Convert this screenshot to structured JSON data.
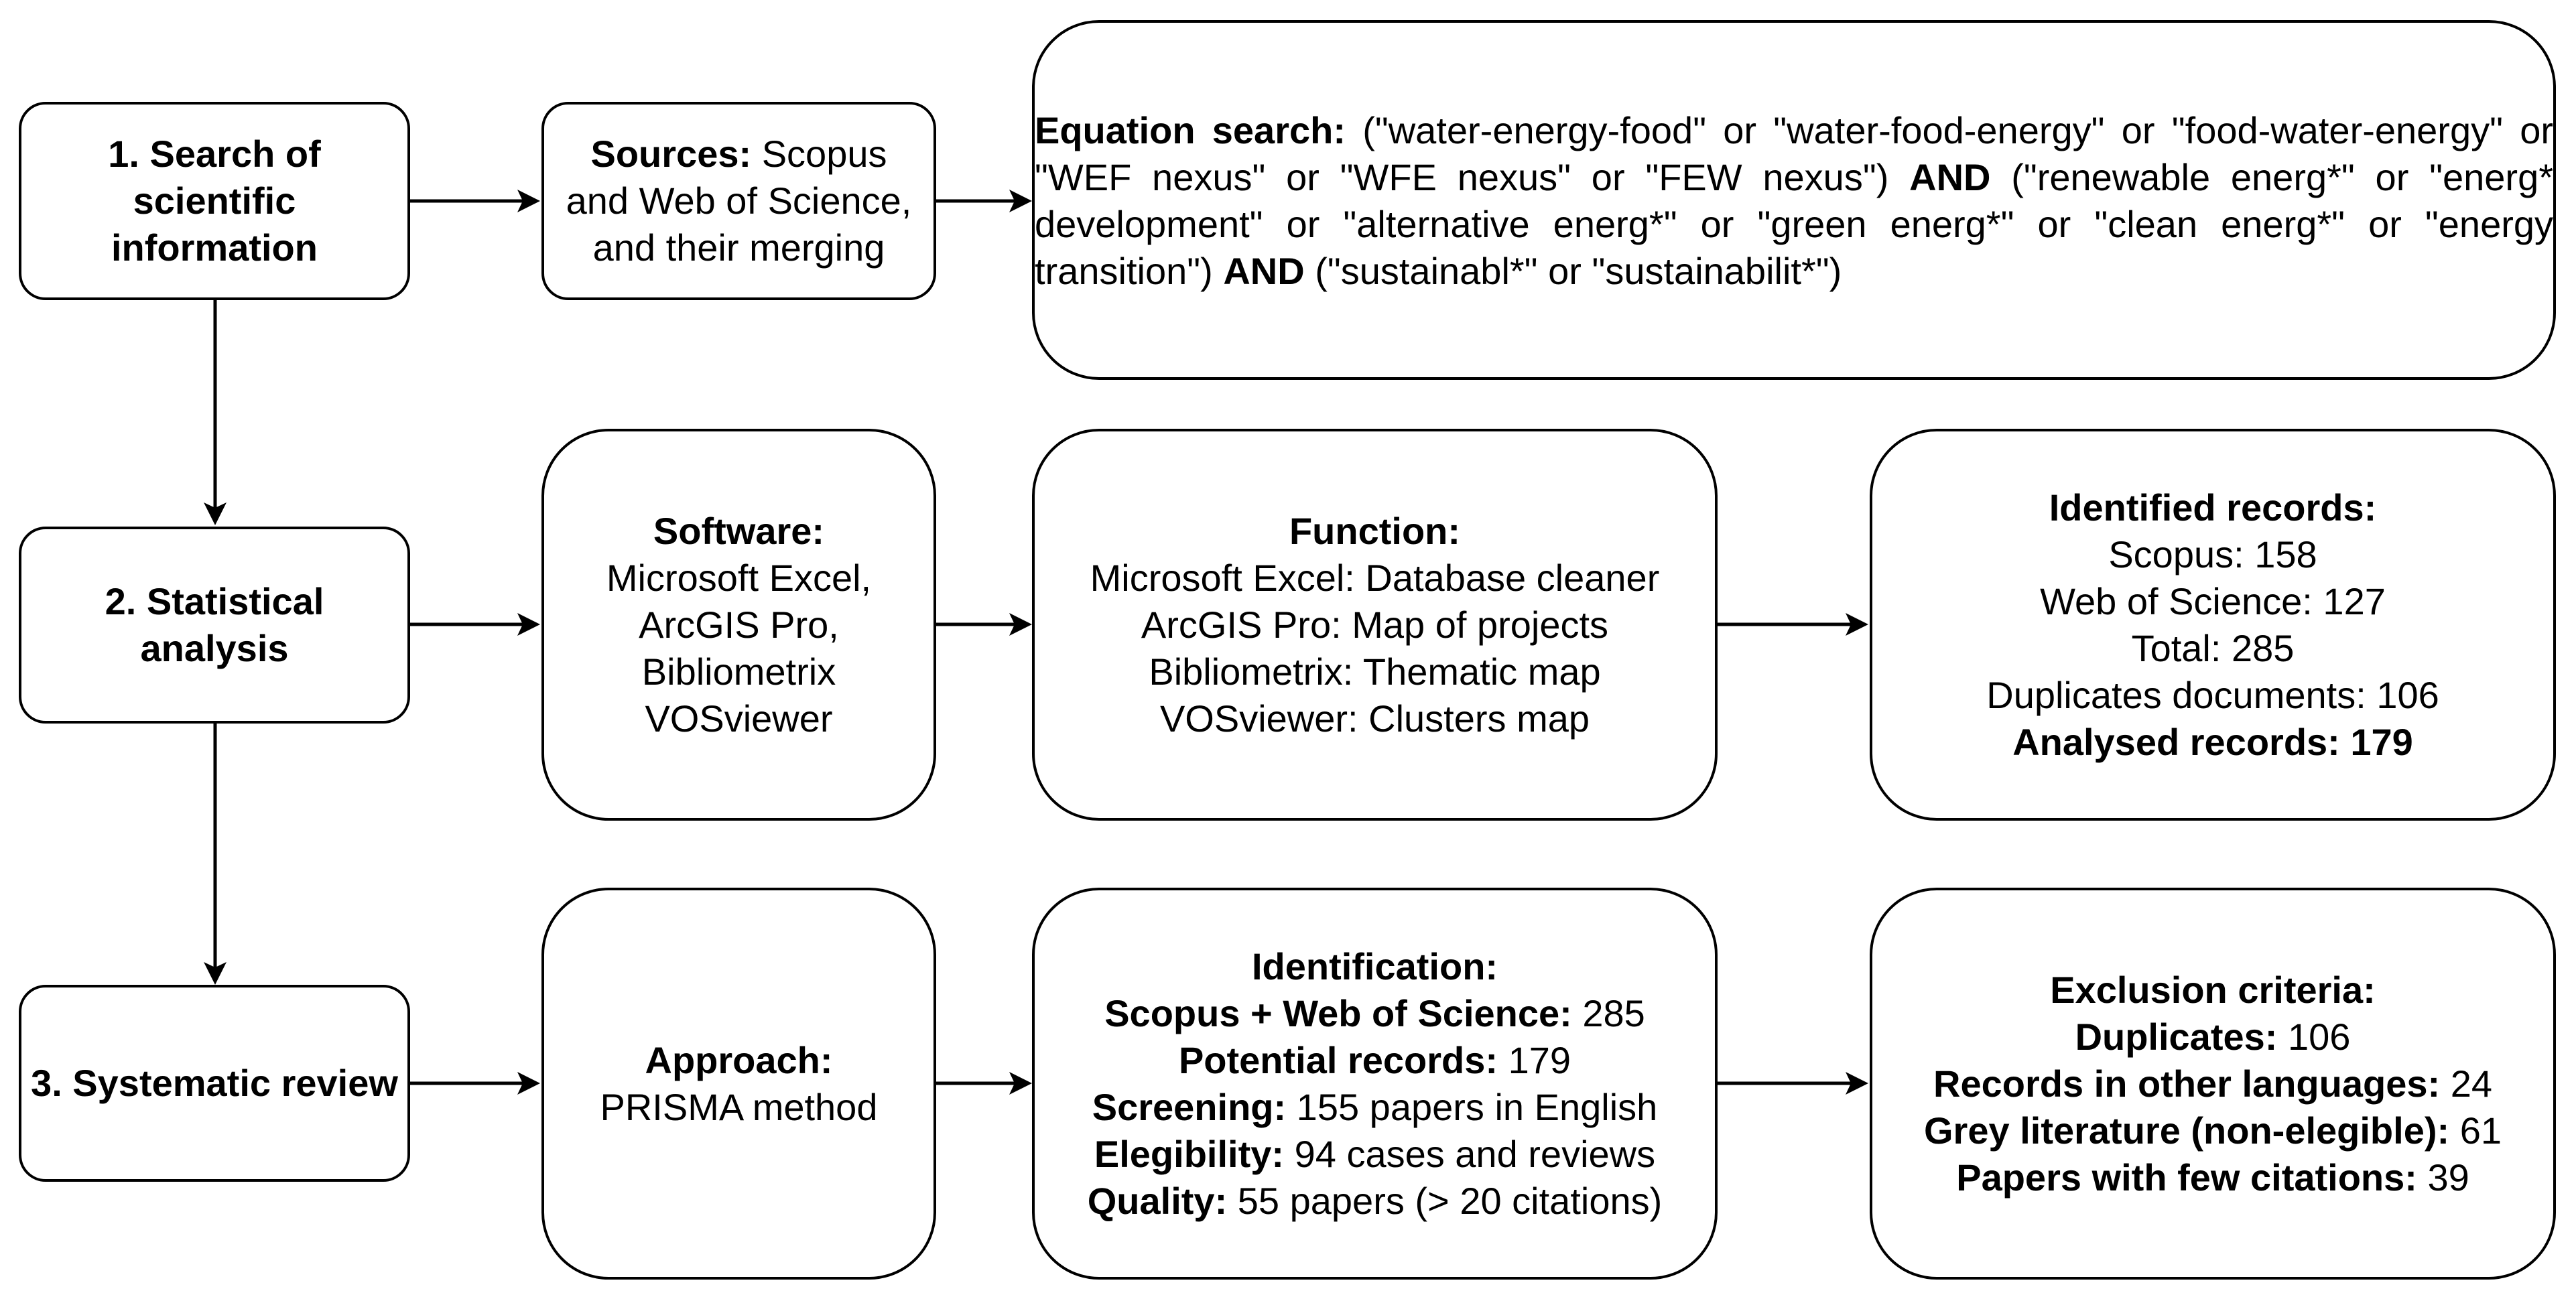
{
  "steps": [
    {
      "title": "1. Search of scientific information"
    },
    {
      "title": "2. Statistical analysis"
    },
    {
      "title": "3. Systematic review"
    }
  ],
  "sources": {
    "label": "Sources:",
    "text": "Scopus and Web of Science, and their merging"
  },
  "equation": {
    "label": "Equation search:",
    "part1": " (\"water-energy-food\" or \"water-food-energy\" or \"food-water-energy\" or \"WEF nexus\" or \"WFE nexus\" or \"FEW nexus\") ",
    "and1": "AND",
    "part2": " (\"renewable energ*\" or \"energ* development\" or \"alternative energ*\" or \"green energ*\" or \"clean energ*\" or \"energy transition\") ",
    "and2": "AND",
    "part3": " (\"sustainabl*\" or \"sustainabilit*\")"
  },
  "software": {
    "label": "Software:",
    "items": [
      "Microsoft Excel,",
      "ArcGIS Pro,",
      "Bibliometrix",
      "VOSviewer"
    ]
  },
  "function": {
    "label": "Function:",
    "items": [
      "Microsoft Excel: Database cleaner",
      "ArcGIS Pro: Map of projects",
      "Bibliometrix: Thematic map",
      "VOSviewer: Clusters map"
    ]
  },
  "identified": {
    "label": "Identified records:",
    "items": [
      "Scopus: 158",
      "Web of Science: 127",
      "Total: 285",
      "Duplicates documents: 106"
    ],
    "analysed": "Analysed records: 179"
  },
  "approach": {
    "label": "Approach:",
    "text": "PRISMA method"
  },
  "identification": {
    "label": "Identification:",
    "rows": [
      {
        "k": "Scopus + Web of Science:",
        "v": " 285"
      },
      {
        "k": "Potential records:",
        "v": " 179"
      },
      {
        "k": "Screening:",
        "v": " 155 papers in English"
      },
      {
        "k": "Elegibility:",
        "v": " 94 cases and reviews"
      },
      {
        "k": "Quality:",
        "v": " 55 papers (> 20 citations)"
      }
    ]
  },
  "exclusion": {
    "label": "Exclusion criteria:",
    "rows": [
      {
        "k": "Duplicates:",
        "v": " 106"
      },
      {
        "k": "Records in other languages:",
        "v": " 24"
      },
      {
        "k": "Grey literature (non-elegible):",
        "v": " 61"
      },
      {
        "k": "Papers with few citations:",
        "v": " 39"
      }
    ]
  }
}
